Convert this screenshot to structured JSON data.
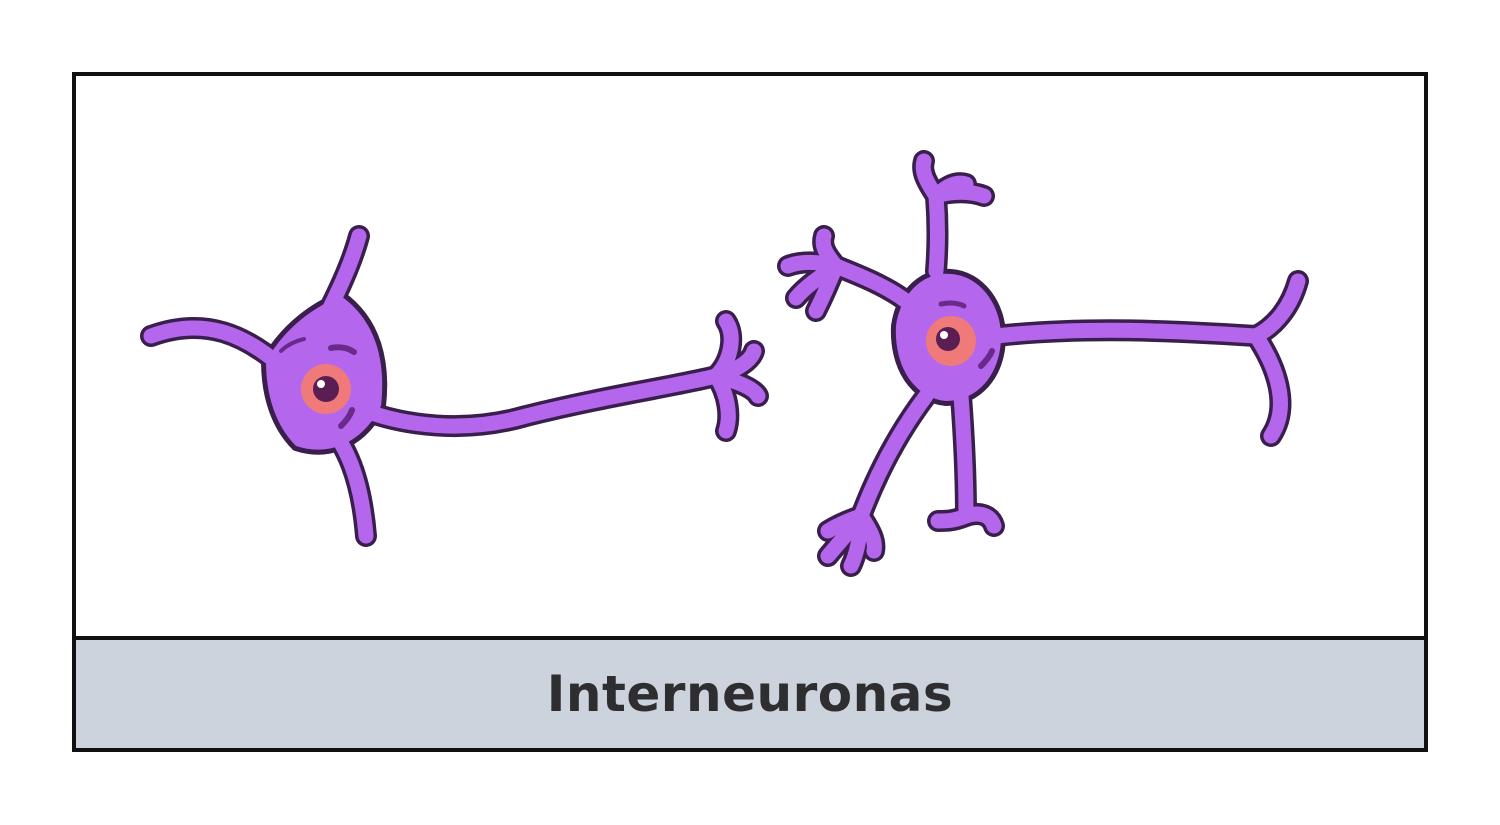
{
  "caption": "Interneuronas",
  "colors": {
    "neuron_fill": "#b467ec",
    "neuron_outline": "#3a1f4d",
    "nucleus_ring": "#f07a7a",
    "nucleus_core": "#5b1e52",
    "caption_background": "#cdd3dc",
    "caption_text": "#2e2e30",
    "frame": "#111111"
  },
  "figures": [
    {
      "name": "neuron-left"
    },
    {
      "name": "neuron-right"
    }
  ]
}
